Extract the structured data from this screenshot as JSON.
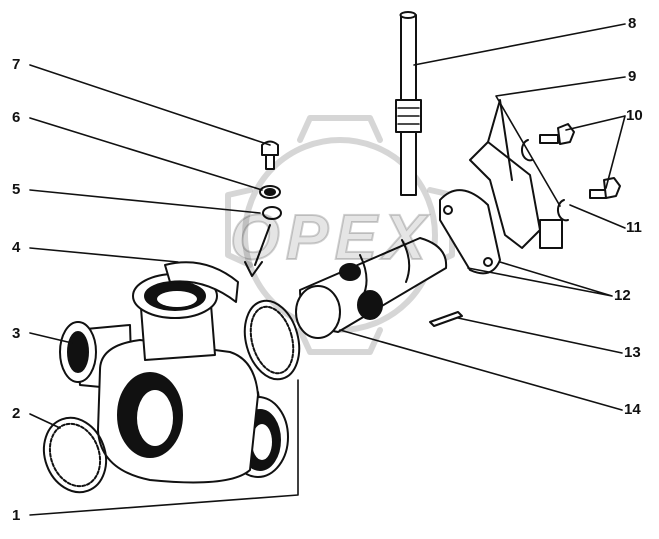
{
  "watermark": "OPEX",
  "callouts": [
    {
      "id": "1",
      "label": "1"
    },
    {
      "id": "2",
      "label": "2"
    },
    {
      "id": "3",
      "label": "3"
    },
    {
      "id": "4",
      "label": "4"
    },
    {
      "id": "5",
      "label": "5"
    },
    {
      "id": "6",
      "label": "6"
    },
    {
      "id": "7",
      "label": "7"
    },
    {
      "id": "8",
      "label": "8"
    },
    {
      "id": "9",
      "label": "9"
    },
    {
      "id": "10",
      "label": "10"
    },
    {
      "id": "11",
      "label": "11"
    },
    {
      "id": "12",
      "label": "12"
    },
    {
      "id": "13",
      "label": "13"
    },
    {
      "id": "14",
      "label": "14"
    }
  ]
}
